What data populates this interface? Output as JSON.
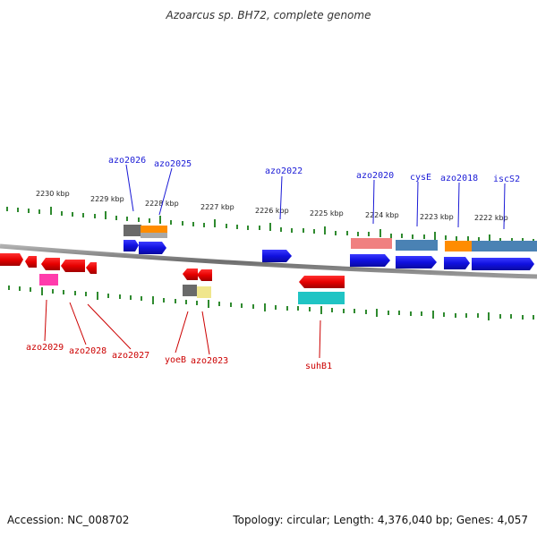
{
  "title": "Azoarcus sp. BH72, complete genome",
  "footer": {
    "accession": "Accession: NC_008702",
    "summary": "Topology: circular; Length: 4,376,040 bp; Genes: 4,057"
  },
  "scale_labels": [
    "2230 kbp",
    "2229 kbp",
    "2228 kbp",
    "2227 kbp",
    "2226 kbp",
    "2225 kbp",
    "2224 kbp",
    "2223 kbp",
    "2222 kbp"
  ],
  "genes_forward": [
    "azo2026",
    "azo2025",
    "azo2022",
    "azo2020",
    "cysE",
    "azo2018",
    "iscS2"
  ],
  "genes_reverse": [
    "azo2029",
    "azo2028",
    "azo2027",
    "yoeB",
    "azo2023",
    "suhB1"
  ],
  "colors": {
    "forward_gene": "#1a1ad6",
    "reverse_gene": "#e60000",
    "tick": "#2f8a2f",
    "backbone": "#8a8a8a"
  }
}
